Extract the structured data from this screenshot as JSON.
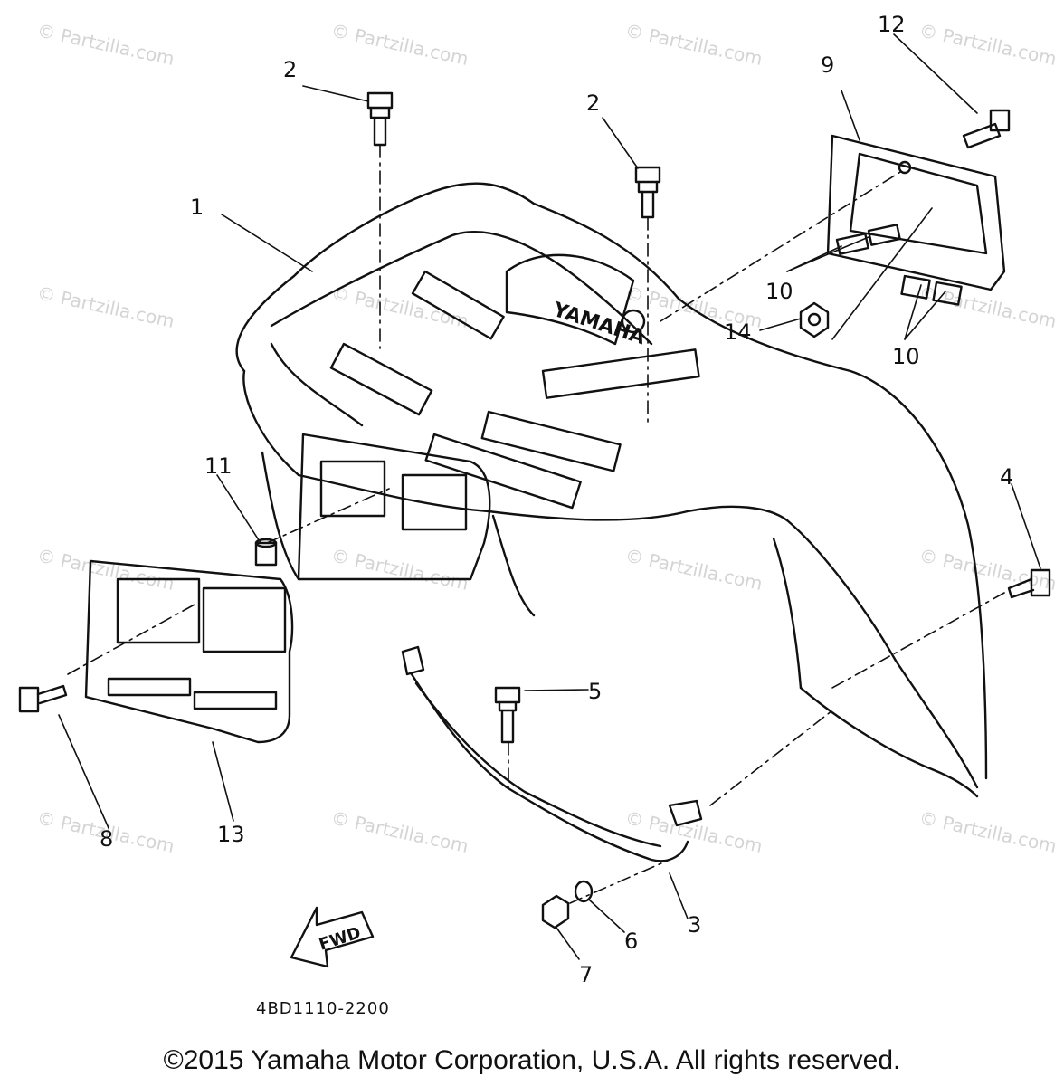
{
  "callouts": [
    "1",
    "2",
    "2",
    "3",
    "4",
    "5",
    "6",
    "7",
    "8",
    "9",
    "10",
    "10",
    "11",
    "12",
    "13",
    "14"
  ],
  "watermark": "© Partzilla.com",
  "emblem_text": "YAMAHA",
  "fwd_label": "FWD",
  "diagram_code": "4BD1110-2200",
  "copyright": "©2015 Yamaha Motor Corporation, U.S.A. All rights reserved."
}
